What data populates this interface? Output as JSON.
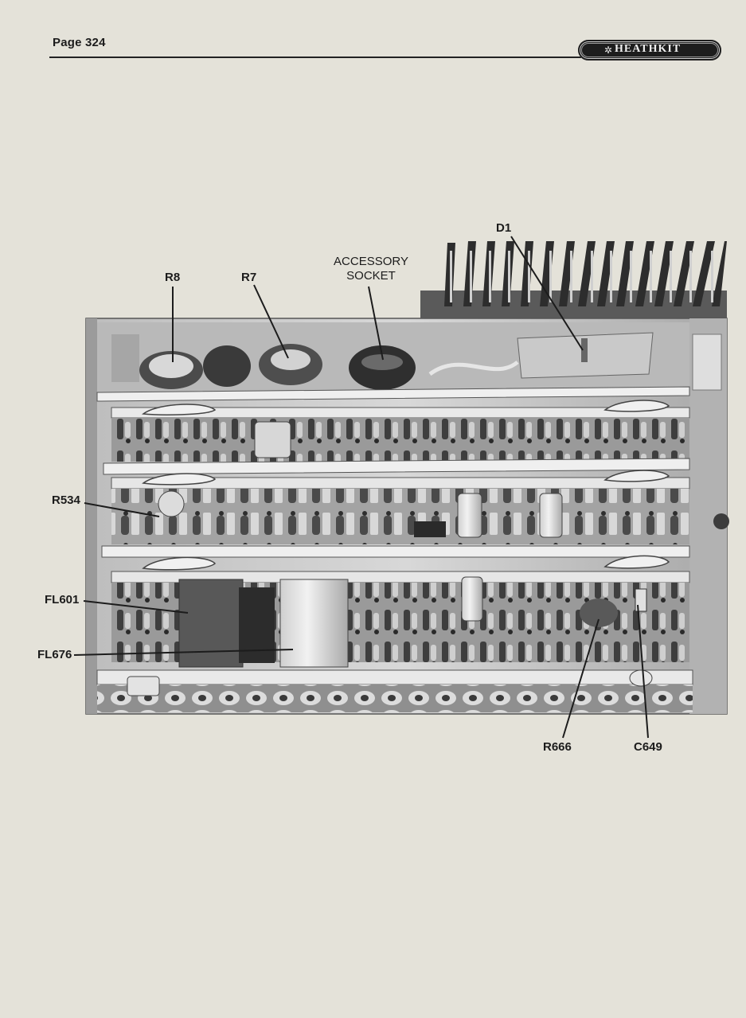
{
  "header": {
    "page_label": "Page 324",
    "brand": "HEATHKIT"
  },
  "callouts": {
    "d1": "D1",
    "r8": "R8",
    "r7": "R7",
    "accessory_line1": "ACCESSORY",
    "accessory_line2": "SOCKET",
    "r534": "R534",
    "fl601": "FL601",
    "fl676": "FL676",
    "r666": "R666",
    "c649": "C649"
  },
  "colors": {
    "paper": "#e4e2d9",
    "ink": "#1c1c1c",
    "photo_dark": "#3a3a3a",
    "photo_light": "#c8c8c8"
  }
}
